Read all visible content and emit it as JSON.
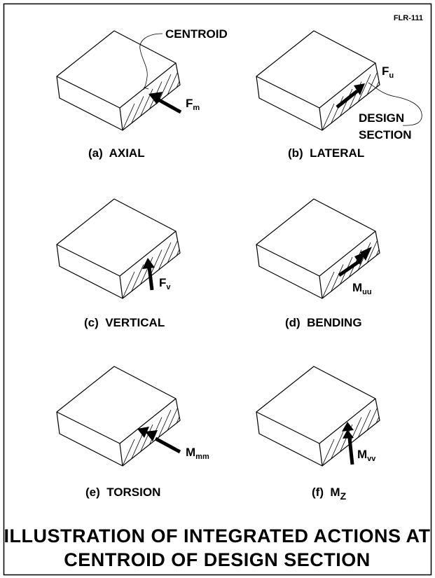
{
  "drawing_number": "FLR-111",
  "title": {
    "line1": "ILLUSTRATION OF INTEGRATED ACTIONS AT",
    "line2": "CENTROID OF DESIGN SECTION"
  },
  "callouts": {
    "centroid": "CENTROID",
    "design_section_line1": "DESIGN",
    "design_section_line2": "SECTION"
  },
  "panels": [
    {
      "id": "a",
      "caption": "(a)  AXIAL",
      "symbol": "F",
      "subscript": "m",
      "action": "axial-force"
    },
    {
      "id": "b",
      "caption": "(b)  LATERAL",
      "symbol": "F",
      "subscript": "u",
      "action": "lateral-force"
    },
    {
      "id": "c",
      "caption": "(c)  VERTICAL",
      "symbol": "F",
      "subscript": "v",
      "action": "vertical-force"
    },
    {
      "id": "d",
      "caption": "(d)  BENDING",
      "symbol": "M",
      "subscript": "uu",
      "action": "bending-moment"
    },
    {
      "id": "e",
      "caption": "(e)  TORSION",
      "symbol": "M",
      "subscript": "mm",
      "action": "torsion-moment"
    },
    {
      "id": "f",
      "caption_prefix": "(f)  M",
      "caption_subscript": "Z",
      "symbol": "M",
      "subscript": "vv",
      "action": "moment-z"
    }
  ]
}
